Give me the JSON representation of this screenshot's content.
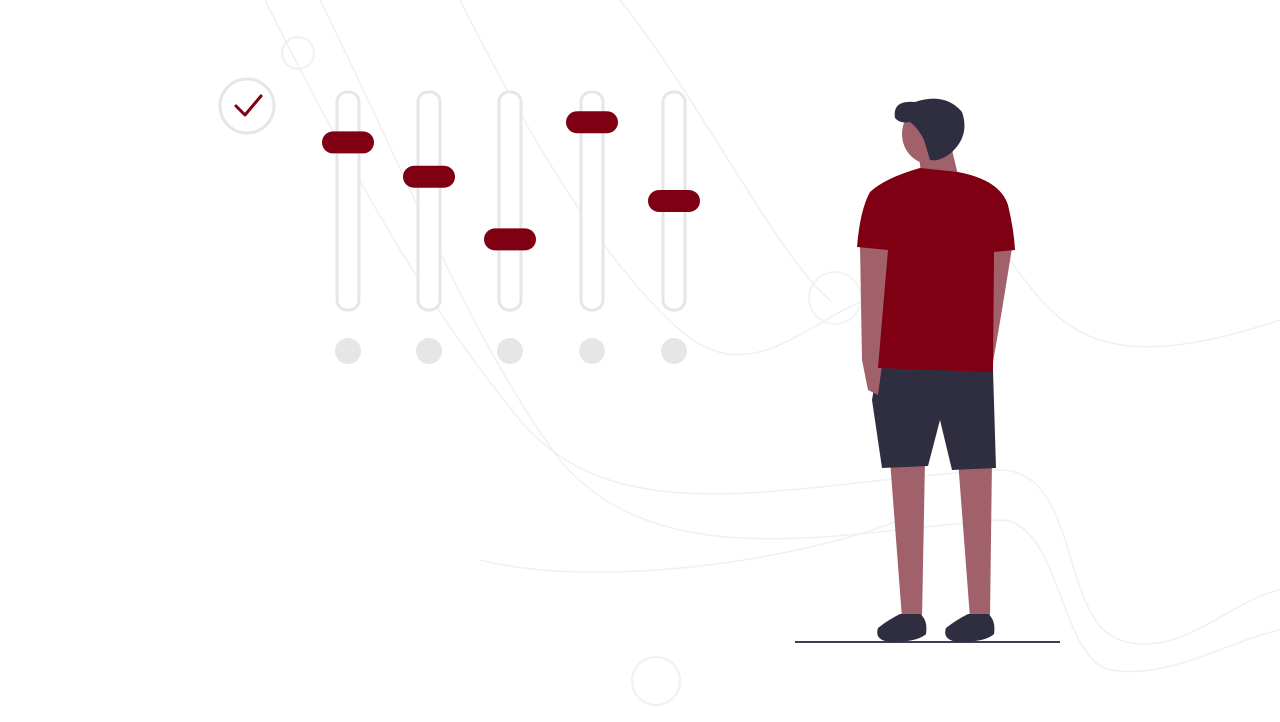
{
  "colors": {
    "accent": "#7f0012",
    "track": "#e6e6e6",
    "dark": "#2f2e41",
    "skin": "#a0616a",
    "line": "#f0f0f0"
  },
  "sliders": [
    {
      "value": 0.79
    },
    {
      "value": 0.62
    },
    {
      "value": 0.31
    },
    {
      "value": 0.89
    },
    {
      "value": 0.5
    }
  ],
  "icons": {
    "check": "check-icon"
  }
}
